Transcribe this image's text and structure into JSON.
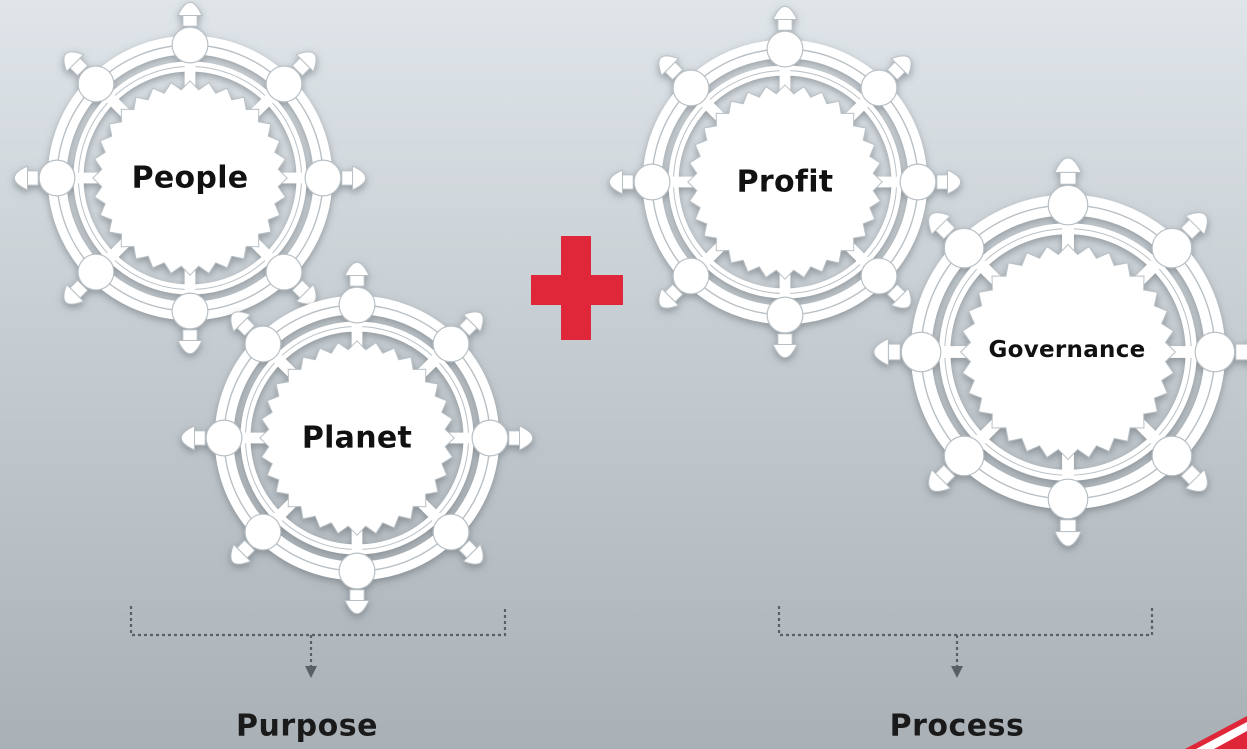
{
  "wheels": {
    "people": "People",
    "planet": "Planet",
    "profit": "Profit",
    "governance": "Governance"
  },
  "groups": {
    "purpose": "Purpose",
    "process": "Process"
  },
  "colors": {
    "plus": "#e0273a",
    "wheel_fill": "#ffffff",
    "wheel_shadow": "#7c858c",
    "connector": "#5a5f63",
    "text": "#111111"
  }
}
